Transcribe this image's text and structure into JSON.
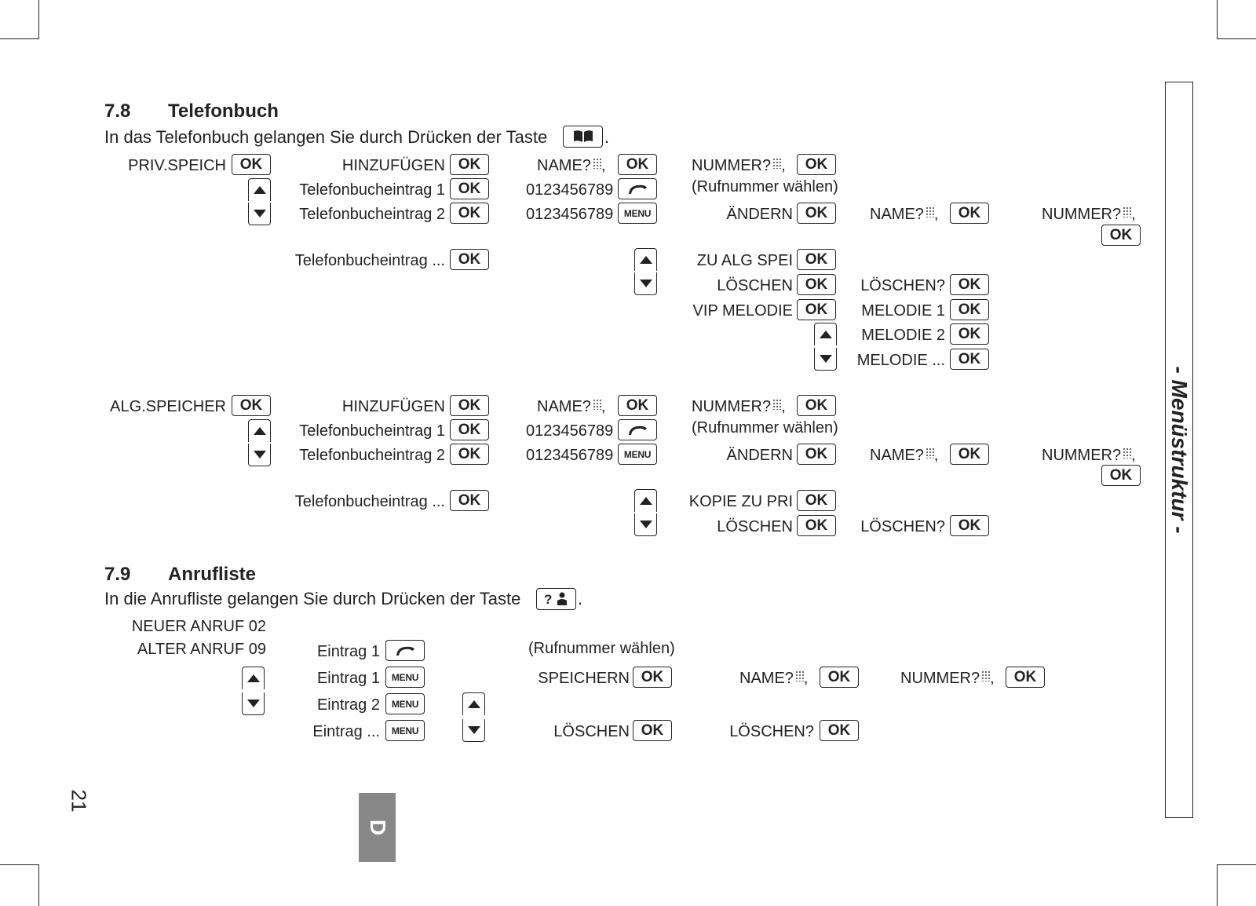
{
  "page_number": "21",
  "sidebar_title": "- Menüstruktur -",
  "language_tab": "D",
  "keys": {
    "ok": "OK",
    "menu": "MENU"
  },
  "icons": {
    "phonebook": "book-icon",
    "call": "handset-icon",
    "calllist": "calllist-icon",
    "keypad": "keypad-icon",
    "up": "arrow-up-icon",
    "down": "arrow-down-icon"
  },
  "s78": {
    "num": "7.8",
    "title": "Telefonbuch",
    "intro": "In das Telefonbuch gelangen Sie durch Drücken der Taste",
    "priv": {
      "root": "PRIV.SPEICH",
      "add": "HINZUFÜGEN",
      "entry1": "Telefonbucheintrag 1",
      "entry2": "Telefonbucheintrag 2",
      "entryN": "Telefonbucheintrag ...",
      "name": "NAME?",
      "number1": "0123456789",
      "number2": "0123456789",
      "numq": "NUMMER?",
      "dial": "(Rufnummer wählen)",
      "change": "ÄNDERN",
      "name2": "NAME?",
      "numq2": "NUMMER?",
      "copy": "ZU ALG SPEI",
      "del": "LÖSCHEN",
      "delq": "LÖSCHEN?",
      "vip": "VIP MELODIE",
      "mel1": "MELODIE 1",
      "mel2": "MELODIE 2",
      "melN": "MELODIE ..."
    },
    "alg": {
      "root": "ALG.SPEICHER",
      "add": "HINZUFÜGEN",
      "entry1": "Telefonbucheintrag 1",
      "entry2": "Telefonbucheintrag 2",
      "entryN": "Telefonbucheintrag ...",
      "name": "NAME?",
      "number1": "0123456789",
      "number2": "0123456789",
      "numq": "NUMMER?",
      "dial": "(Rufnummer wählen)",
      "change": "ÄNDERN",
      "name2": "NAME?",
      "numq2": "NUMMER?",
      "copy": "KOPIE ZU PRI",
      "del": "LÖSCHEN",
      "delq": "LÖSCHEN?"
    }
  },
  "s79": {
    "num": "7.9",
    "title": "Anrufliste",
    "intro": "In die Anrufliste gelangen Sie durch Drücken der Taste",
    "new": "NEUER ANRUF 02",
    "old": "ALTER ANRUF 09",
    "e1a": "Eintrag 1",
    "e1b": "Eintrag 1",
    "e2": "Eintrag 2",
    "eN": "Eintrag ...",
    "dial": "(Rufnummer wählen)",
    "save": "SPEICHERN",
    "name": "NAME?",
    "numq": "NUMMER?",
    "del": "LÖSCHEN",
    "delq": "LÖSCHEN?"
  }
}
